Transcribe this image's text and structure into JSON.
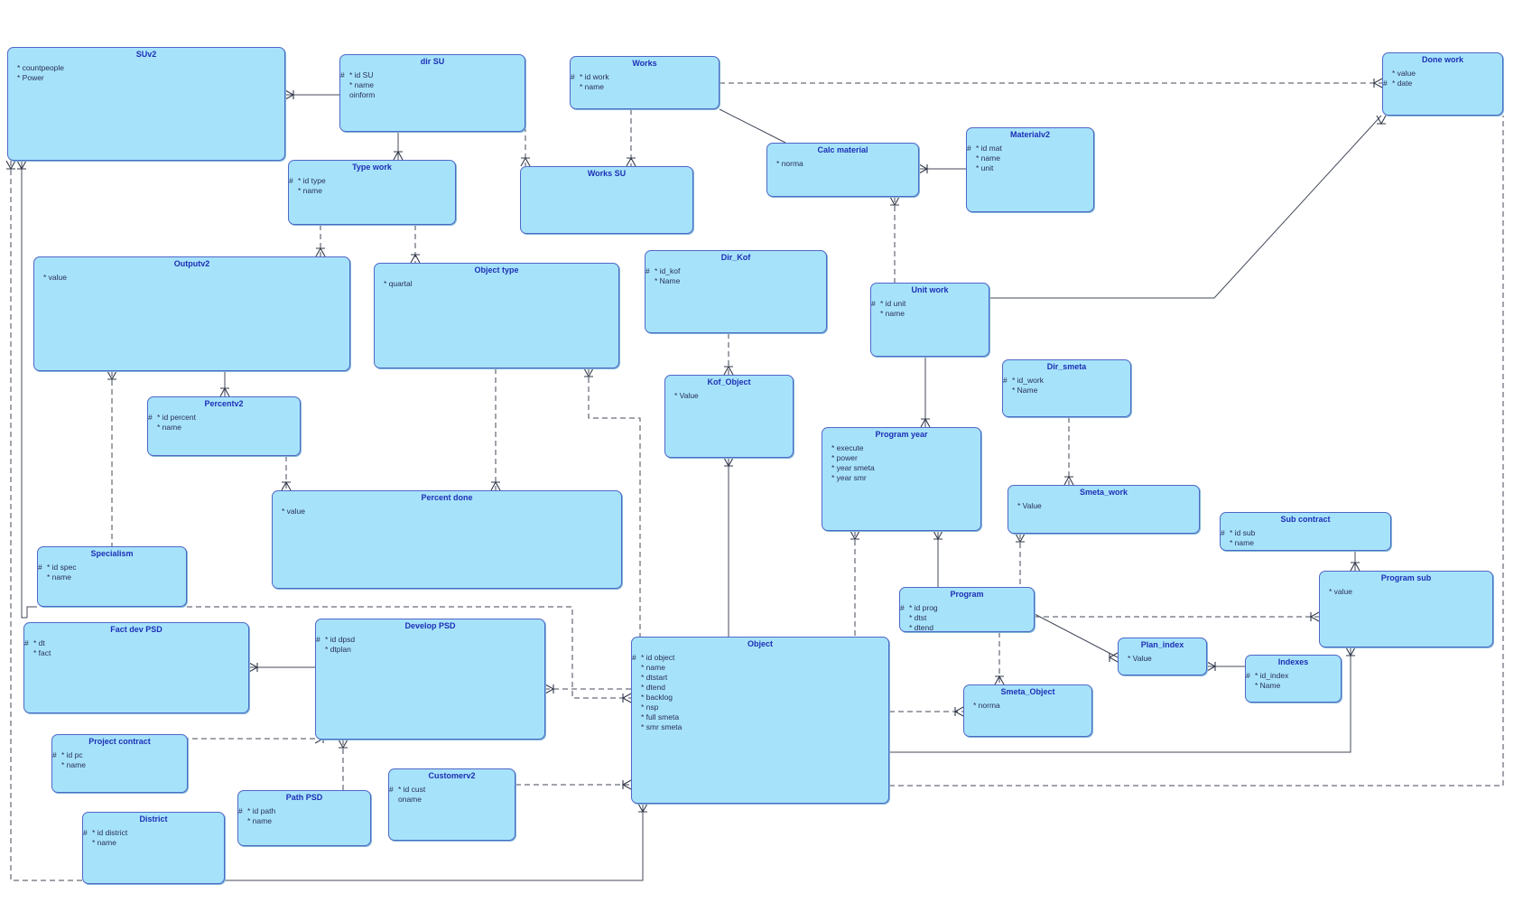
{
  "entities": {
    "suv2": {
      "title": "SUv2",
      "attrs": [
        {
          "pk": "",
          "text": "* countpeople"
        },
        {
          "pk": "",
          "text": "* Power"
        }
      ]
    },
    "dir_su": {
      "title": "dir SU",
      "attrs": [
        {
          "pk": "#",
          "text": "* id SU"
        },
        {
          "pk": "",
          "text": "* name"
        },
        {
          "pk": "",
          "text": "oinform"
        }
      ]
    },
    "works": {
      "title": "Works",
      "attrs": [
        {
          "pk": "#",
          "text": "* id work"
        },
        {
          "pk": "",
          "text": "* name"
        }
      ]
    },
    "done_work": {
      "title": "Done work",
      "attrs": [
        {
          "pk": "",
          "text": "* value"
        },
        {
          "pk": "#",
          "text": "* date"
        }
      ]
    },
    "type_work": {
      "title": "Type work",
      "attrs": [
        {
          "pk": "#",
          "text": "* id type"
        },
        {
          "pk": "",
          "text": "* name"
        }
      ]
    },
    "works_su": {
      "title": "Works SU",
      "attrs": []
    },
    "calc_material": {
      "title": "Calc material",
      "attrs": [
        {
          "pk": "",
          "text": "* norma"
        }
      ]
    },
    "materialv2": {
      "title": "Materialv2",
      "attrs": [
        {
          "pk": "#",
          "text": "* id mat"
        },
        {
          "pk": "",
          "text": "* name"
        },
        {
          "pk": "",
          "text": "* unit"
        }
      ]
    },
    "outputv2": {
      "title": "Outputv2",
      "attrs": [
        {
          "pk": "",
          "text": "* value"
        }
      ]
    },
    "object_type": {
      "title": "Object type",
      "attrs": [
        {
          "pk": "",
          "text": "* quartal"
        }
      ]
    },
    "dir_kof": {
      "title": "Dir_Kof",
      "attrs": [
        {
          "pk": "#",
          "text": "* id_kof"
        },
        {
          "pk": "",
          "text": "* Name"
        }
      ]
    },
    "unit_work": {
      "title": "Unit work",
      "attrs": [
        {
          "pk": "#",
          "text": "* id unit"
        },
        {
          "pk": "",
          "text": "* name"
        }
      ]
    },
    "percentv2": {
      "title": "Percentv2",
      "attrs": [
        {
          "pk": "#",
          "text": "* id percent"
        },
        {
          "pk": "",
          "text": "* name"
        }
      ]
    },
    "kof_object": {
      "title": "Kof_Object",
      "attrs": [
        {
          "pk": "",
          "text": "* Value"
        }
      ]
    },
    "dir_smeta": {
      "title": "Dir_smeta",
      "attrs": [
        {
          "pk": "#",
          "text": "* id_work"
        },
        {
          "pk": "",
          "text": "* Name"
        }
      ]
    },
    "program_year": {
      "title": "Program year",
      "attrs": [
        {
          "pk": "",
          "text": "* execute"
        },
        {
          "pk": "",
          "text": "* power"
        },
        {
          "pk": "",
          "text": "* year smeta"
        },
        {
          "pk": "",
          "text": "* year smr"
        }
      ]
    },
    "percent_done": {
      "title": "Percent done",
      "attrs": [
        {
          "pk": "",
          "text": "* value"
        }
      ]
    },
    "smeta_work": {
      "title": "Smeta_work",
      "attrs": [
        {
          "pk": "",
          "text": "* Value"
        }
      ]
    },
    "sub_contract": {
      "title": "Sub contract",
      "attrs": [
        {
          "pk": "#",
          "text": "* id sub"
        },
        {
          "pk": "",
          "text": "* name"
        }
      ]
    },
    "specialism": {
      "title": "Specialism",
      "attrs": [
        {
          "pk": "#",
          "text": "* id spec"
        },
        {
          "pk": "",
          "text": "* name"
        }
      ]
    },
    "program_sub": {
      "title": "Program sub",
      "attrs": [
        {
          "pk": "",
          "text": "* value"
        }
      ]
    },
    "program": {
      "title": "Program",
      "attrs": [
        {
          "pk": "#",
          "text": "* id prog"
        },
        {
          "pk": "",
          "text": "* dtst"
        },
        {
          "pk": "",
          "text": "* dtend"
        }
      ]
    },
    "fact_dev_psd": {
      "title": "Fact dev PSD",
      "attrs": [
        {
          "pk": "#",
          "text": "* dt"
        },
        {
          "pk": "",
          "text": "* fact"
        }
      ]
    },
    "develop_psd": {
      "title": "Develop PSD",
      "attrs": [
        {
          "pk": "#",
          "text": "* id dpsd"
        },
        {
          "pk": "",
          "text": "* dtplan"
        }
      ]
    },
    "object": {
      "title": "Object",
      "attrs": [
        {
          "pk": "#",
          "text": "* id object"
        },
        {
          "pk": "",
          "text": "* name"
        },
        {
          "pk": "",
          "text": "* dtstart"
        },
        {
          "pk": "",
          "text": "* dtend"
        },
        {
          "pk": "",
          "text": "* backlog"
        },
        {
          "pk": "",
          "text": "* nsp"
        },
        {
          "pk": "",
          "text": "* full smeta"
        },
        {
          "pk": "",
          "text": "* smr smeta"
        }
      ]
    },
    "plan_index": {
      "title": "Plan_index",
      "attrs": [
        {
          "pk": "",
          "text": "* Value"
        }
      ]
    },
    "indexes": {
      "title": "Indexes",
      "attrs": [
        {
          "pk": "#",
          "text": "* id_index"
        },
        {
          "pk": "",
          "text": "* Name"
        }
      ]
    },
    "smeta_object": {
      "title": "Smeta_Object",
      "attrs": [
        {
          "pk": "",
          "text": "* norma"
        }
      ]
    },
    "project_contract": {
      "title": "Project contract",
      "attrs": [
        {
          "pk": "#",
          "text": "* id pc"
        },
        {
          "pk": "",
          "text": "* name"
        }
      ]
    },
    "customerv2": {
      "title": "Customerv2",
      "attrs": [
        {
          "pk": "#",
          "text": "* id cust"
        },
        {
          "pk": "",
          "text": "oname"
        }
      ]
    },
    "path_psd": {
      "title": "Path PSD",
      "attrs": [
        {
          "pk": "#",
          "text": "* id path"
        },
        {
          "pk": "",
          "text": "* name"
        }
      ]
    },
    "district": {
      "title": "District",
      "attrs": [
        {
          "pk": "#",
          "text": "* id district"
        },
        {
          "pk": "",
          "text": "* name"
        }
      ]
    }
  },
  "colors": {
    "entity_fill": "#a6e3fb",
    "entity_border": "#4f66c8",
    "entity_title": "#1d2fb5",
    "line": "#444a5a"
  }
}
